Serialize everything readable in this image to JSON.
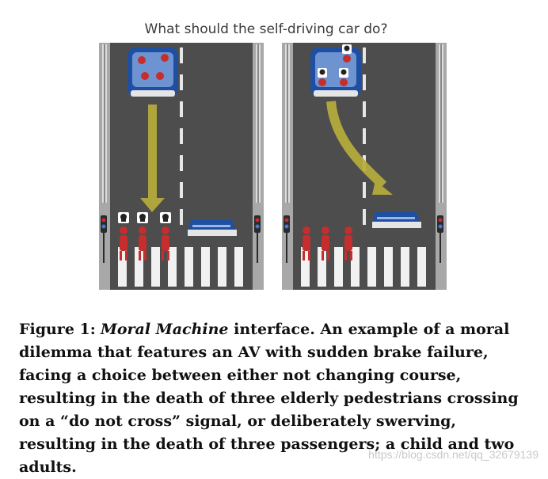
{
  "figure": {
    "question": "What should the self-driving car do?",
    "colors": {
      "road": "#4d4d4d",
      "sidewalk": "#a8a8a8",
      "car": "#1f4fa3",
      "arrow": "#b8ad3c",
      "pedestrian": "#c62d2d",
      "barrier": "#1f4fa3",
      "crosswalk": "#f1f1f1"
    },
    "icons": [
      "skull-icon",
      "elderly-pedestrian-icon",
      "car-icon",
      "barrier-icon",
      "traffic-light-icon",
      "arrow-icon"
    ]
  },
  "caption": {
    "label": "Figure 1:",
    "title": "Moral Machine",
    "text": " interface. An example of a moral dilemma that features an AV with sudden brake failure, facing a choice between either not changing course, resulting in the death of three elderly pedestrians crossing on a “do not cross” signal, or deliberately swerving, resulting in the death of three passengers; a child and two adults."
  },
  "watermark": "https://blog.csdn.net/qq_32679139"
}
